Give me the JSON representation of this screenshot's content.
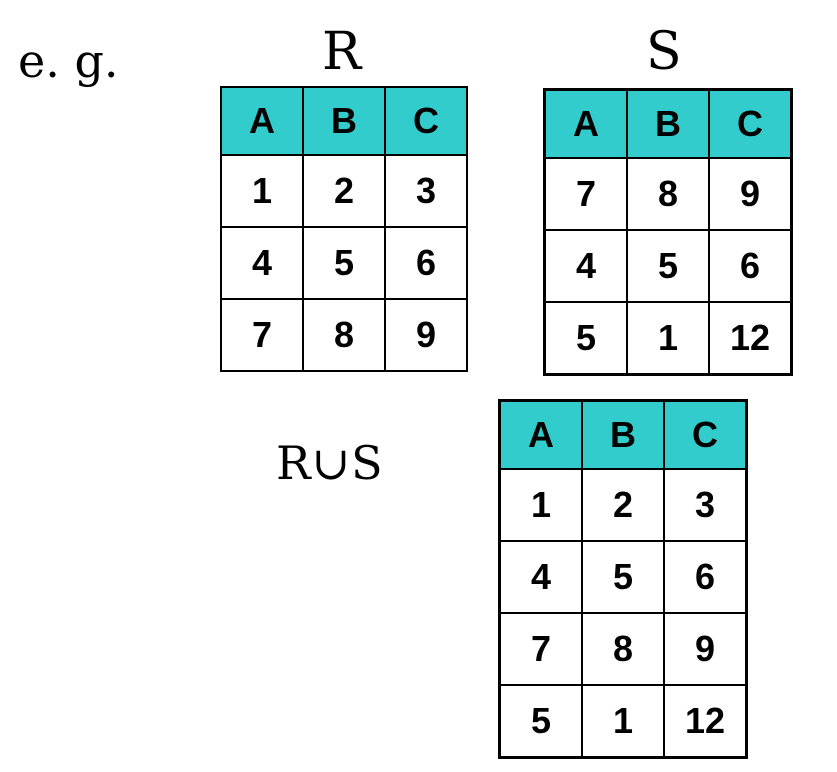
{
  "example_label": "e. g.",
  "union_label": "R∪S",
  "colors": {
    "header_bg": "#33cccc",
    "border": "#000000",
    "cell_bg": "#ffffff"
  },
  "relations": {
    "R": {
      "title": "R",
      "columns": [
        "A",
        "B",
        "C"
      ],
      "rows": [
        [
          "1",
          "2",
          "3"
        ],
        [
          "4",
          "5",
          "6"
        ],
        [
          "7",
          "8",
          "9"
        ]
      ]
    },
    "S": {
      "title": "S",
      "columns": [
        "A",
        "B",
        "C"
      ],
      "rows": [
        [
          "7",
          "8",
          "9"
        ],
        [
          "4",
          "5",
          "6"
        ],
        [
          "5",
          "1",
          "12"
        ]
      ]
    },
    "union": {
      "columns": [
        "A",
        "B",
        "C"
      ],
      "rows": [
        [
          "1",
          "2",
          "3"
        ],
        [
          "4",
          "5",
          "6"
        ],
        [
          "7",
          "8",
          "9"
        ],
        [
          "5",
          "1",
          "12"
        ]
      ]
    }
  }
}
